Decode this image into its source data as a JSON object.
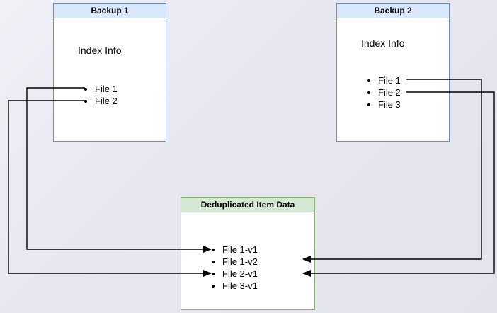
{
  "diagram": {
    "backup1": {
      "title": "Backup 1",
      "subtitle": "Index Info",
      "files": [
        "File 1",
        "File 2"
      ]
    },
    "backup2": {
      "title": "Backup 2",
      "subtitle": "Index Info",
      "files": [
        "File 1",
        "File 2",
        "File 3"
      ]
    },
    "dedup": {
      "title": "Deduplicated Item Data",
      "items": [
        "File 1-v1",
        "File 1-v2",
        "File 2-v1",
        "File 3-v1"
      ]
    },
    "connections": [
      {
        "from": "Backup 1 / File 1",
        "to": "File 1-v1"
      },
      {
        "from": "Backup 1 / File 2",
        "to": "File 2-v1"
      },
      {
        "from": "Backup 2 / File 1",
        "to": "File 1-v2"
      },
      {
        "from": "Backup 2 / File 2",
        "to": "File 2-v1"
      }
    ],
    "colors": {
      "background": "#e7e7f0",
      "blue_border": "#6c8ebf",
      "blue_header_fill": "#dae8fc",
      "green_border": "#82b366",
      "green_header_fill": "#d5e8d4",
      "box_body_fill": "#ffffff",
      "line": "#000000"
    }
  }
}
